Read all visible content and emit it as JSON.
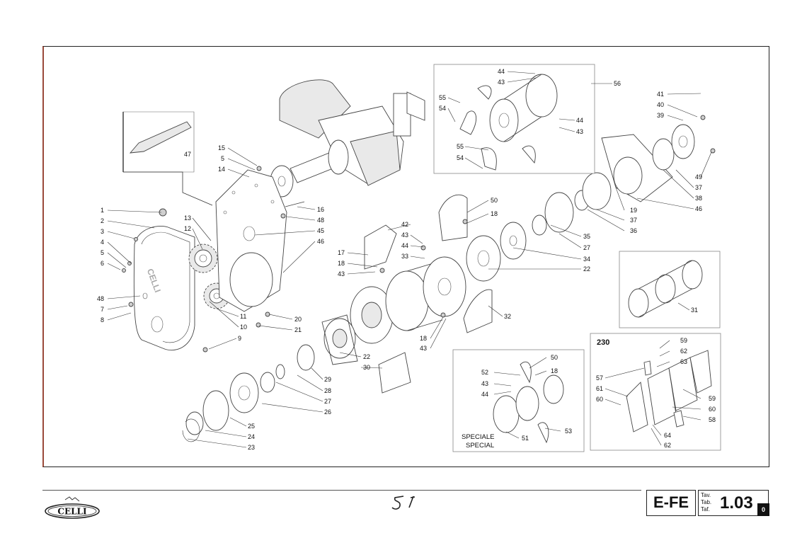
{
  "drawing": {
    "callouts": [
      {
        "text": "1"
      },
      {
        "text": "2"
      },
      {
        "text": "3"
      },
      {
        "text": "4"
      },
      {
        "text": "5"
      },
      {
        "text": "6"
      },
      {
        "text": "48"
      },
      {
        "text": "7"
      },
      {
        "text": "8"
      },
      {
        "text": "13"
      },
      {
        "text": "12"
      },
      {
        "text": "11"
      },
      {
        "text": "10"
      },
      {
        "text": "9"
      },
      {
        "text": "15"
      },
      {
        "text": "5"
      },
      {
        "text": "14"
      },
      {
        "text": "47"
      },
      {
        "text": "16"
      },
      {
        "text": "48"
      },
      {
        "text": "45"
      },
      {
        "text": "46"
      },
      {
        "text": "20"
      },
      {
        "text": "21"
      },
      {
        "text": "17"
      },
      {
        "text": "18"
      },
      {
        "text": "43"
      },
      {
        "text": "42"
      },
      {
        "text": "43"
      },
      {
        "text": "44"
      },
      {
        "text": "33"
      },
      {
        "text": "50"
      },
      {
        "text": "18"
      },
      {
        "text": "35"
      },
      {
        "text": "27"
      },
      {
        "text": "34"
      },
      {
        "text": "22"
      },
      {
        "text": "32"
      },
      {
        "text": "18"
      },
      {
        "text": "43"
      },
      {
        "text": "22"
      },
      {
        "text": "30"
      },
      {
        "text": "29"
      },
      {
        "text": "28"
      },
      {
        "text": "27"
      },
      {
        "text": "26"
      },
      {
        "text": "25"
      },
      {
        "text": "24"
      },
      {
        "text": "23"
      },
      {
        "text": "56"
      },
      {
        "text": "44"
      },
      {
        "text": "43"
      },
      {
        "text": "55"
      },
      {
        "text": "54"
      },
      {
        "text": "44"
      },
      {
        "text": "43"
      },
      {
        "text": "55"
      },
      {
        "text": "54"
      },
      {
        "text": "41"
      },
      {
        "text": "40"
      },
      {
        "text": "39"
      },
      {
        "text": "49"
      },
      {
        "text": "37"
      },
      {
        "text": "38"
      },
      {
        "text": "46"
      },
      {
        "text": "19"
      },
      {
        "text": "37"
      },
      {
        "text": "36"
      },
      {
        "text": "31"
      },
      {
        "text": "50"
      },
      {
        "text": "52"
      },
      {
        "text": "18"
      },
      {
        "text": "43"
      },
      {
        "text": "44"
      },
      {
        "text": "51"
      },
      {
        "text": "53"
      },
      {
        "text": "59"
      },
      {
        "text": "62"
      },
      {
        "text": "63"
      },
      {
        "text": "57"
      },
      {
        "text": "61"
      },
      {
        "text": "60"
      },
      {
        "text": "59"
      },
      {
        "text": "60"
      },
      {
        "text": "58"
      },
      {
        "text": "64"
      },
      {
        "text": "62"
      }
    ],
    "inset_230_label": "230",
    "special_label_it": "SPECIALE",
    "special_label_en": "SPECIAL"
  },
  "footer": {
    "logo_text": "CELLI",
    "handwritten": "51",
    "code": "E-FE",
    "tav_labels": [
      "Tav.",
      "Tab.",
      "Taf."
    ],
    "table_number": "1.03",
    "revision": "0"
  }
}
